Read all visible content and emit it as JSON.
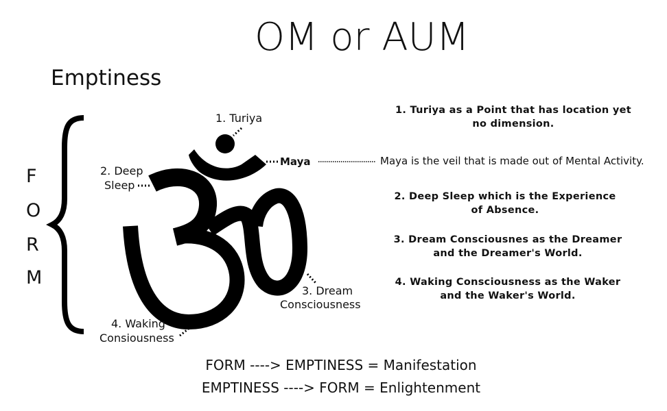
{
  "title": "OM or AUM",
  "emptiness_label": "Emptiness",
  "form_letters": [
    "F",
    "O",
    "R",
    "M"
  ],
  "labels": {
    "turiya": "1. Turiya",
    "deep_sleep": [
      "2. Deep",
      "Sleep"
    ],
    "maya": "Maya",
    "dream": [
      "3. Dream",
      "Consciousness"
    ],
    "waking": [
      "4. Waking",
      "Consiousness"
    ]
  },
  "descriptions": {
    "turiya": [
      "1. Turiya as a Point that has location yet",
      "no dimension."
    ],
    "maya": "Maya is the veil that is made out of Mental Activity.",
    "deep_sleep": [
      "2. Deep Sleep which is the Experience",
      "of Absence."
    ],
    "dream": [
      "3. Dream Consciousnes as the Dreamer",
      "and the Dreamer's World."
    ],
    "waking": [
      "4. Waking Consciousness as the Waker",
      "and the Waker's World."
    ]
  },
  "equations": [
    "FORM ----> EMPTINESS  =  Manifestation",
    "EMPTINESS ---->  FORM = Enlightenment"
  ]
}
